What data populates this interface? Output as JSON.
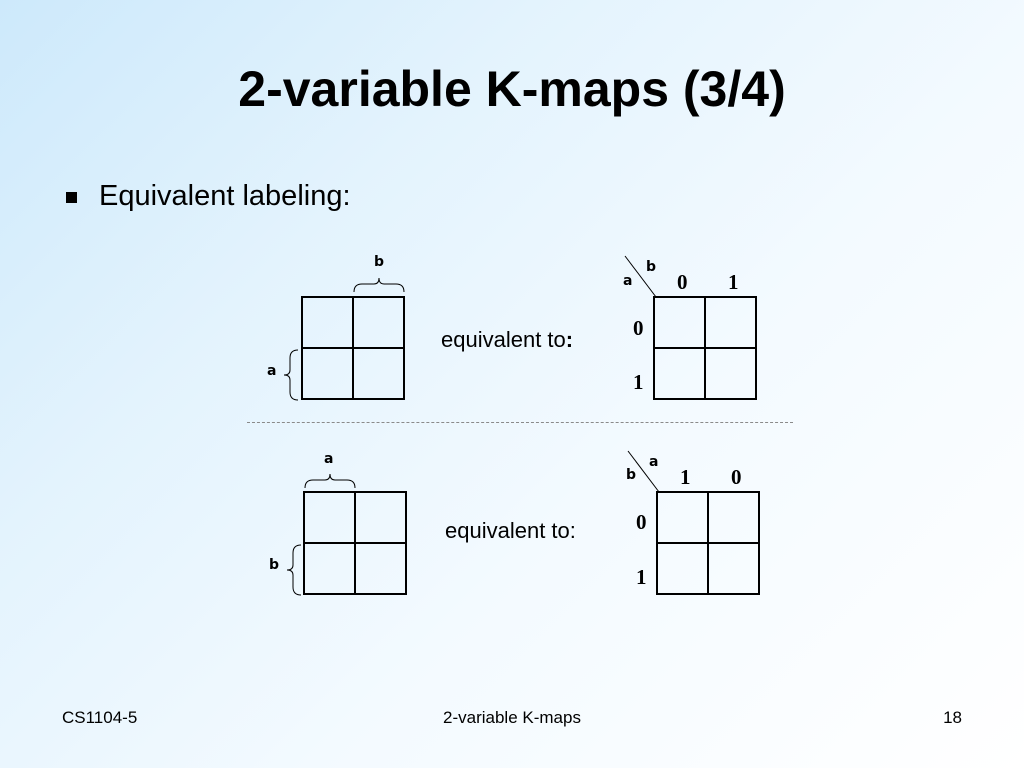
{
  "slide": {
    "title": "2-variable K-maps (3/4)",
    "bullet": "Equivalent labeling:"
  },
  "diagrams": [
    {
      "top_var": "b",
      "side_var": "a",
      "equivalent_text": "equivalent to",
      "equivalent_colon": ":",
      "right_top_var": "b",
      "right_side_var": "a",
      "col_headers": [
        "0",
        "1"
      ],
      "row_headers": [
        "0",
        "1"
      ]
    },
    {
      "top_var": "a",
      "side_var": "b",
      "equivalent_text": "equivalent to:",
      "right_top_var": "a",
      "right_side_var": "b",
      "col_headers": [
        "1",
        "0"
      ],
      "row_headers": [
        "0",
        "1"
      ]
    }
  ],
  "footer": {
    "left": "CS1104-5",
    "center": "2-variable K-maps",
    "page": "18"
  }
}
